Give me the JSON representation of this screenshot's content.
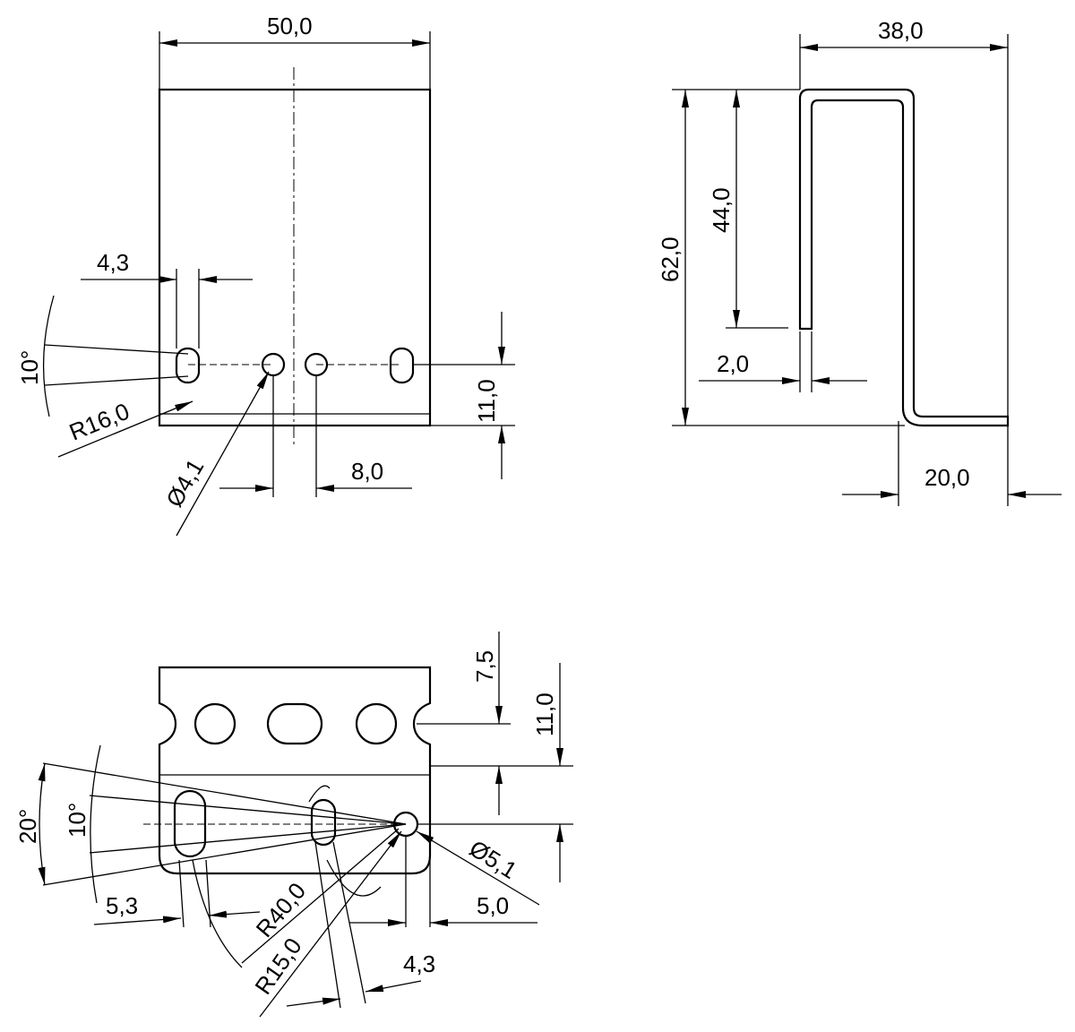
{
  "front_view": {
    "width": "50,0",
    "slot_width": "4,3",
    "slot_angle": "10°",
    "slot_radius": "R16,0",
    "hole_diameter": "Ø4,1",
    "hole_spacing": "8,0",
    "hole_height": "11,0"
  },
  "side_view": {
    "depth": "38,0",
    "height": "62,0",
    "inner_height": "44,0",
    "thickness": "2,0",
    "foot": "20,0"
  },
  "bottom_view": {
    "top_hole_offset": "7,5",
    "hole_height": "11,0",
    "outer_angle": "20°",
    "inner_angle": "10°",
    "slot_width_left": "5,3",
    "radius_large": "R40,0",
    "radius_small": "R15,0",
    "slot_width_mid": "4,3",
    "edge_offset": "5,0",
    "hole_diameter": "Ø5,1"
  }
}
